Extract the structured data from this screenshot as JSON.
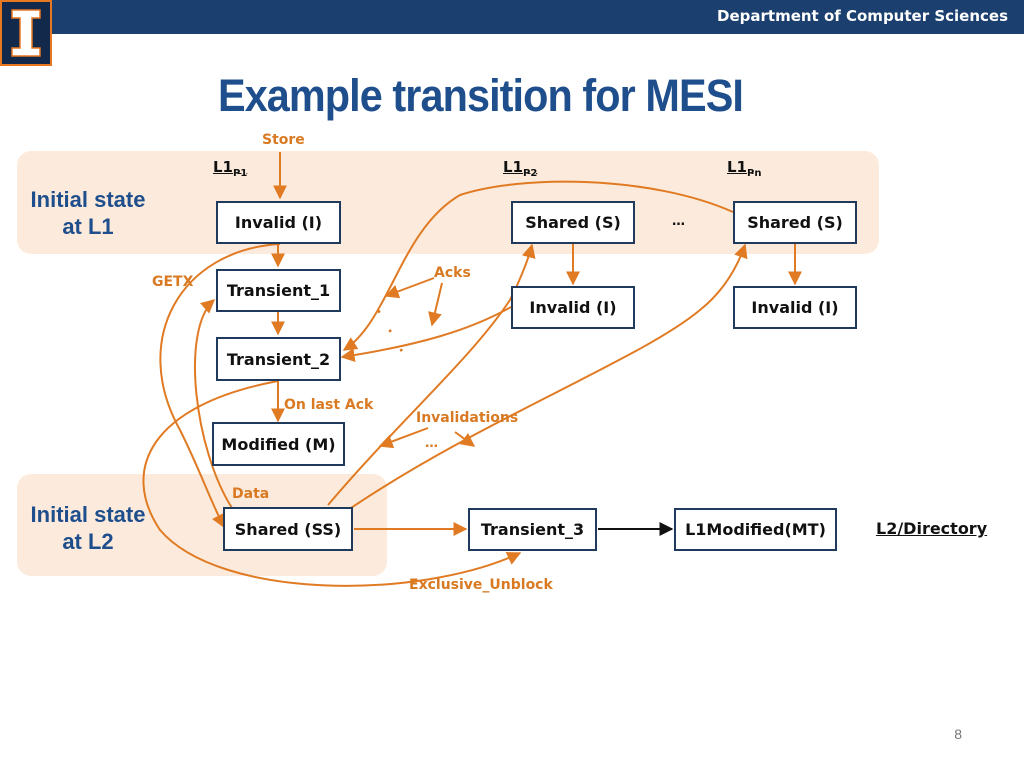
{
  "header": {
    "department": "Department of Computer Sciences",
    "logo_icon": "university-logo-icon"
  },
  "title": "Example transition for MESI",
  "bands": {
    "l1": {
      "label_line1": "Initial state",
      "label_line2": "at L1"
    },
    "l2": {
      "label_line1": "Initial state",
      "label_line2": "at L2"
    }
  },
  "columns": {
    "p1": {
      "main": "L1",
      "sub": "P1"
    },
    "p2": {
      "main": "L1",
      "sub": "P2"
    },
    "pn": {
      "main": "L1",
      "sub": "Pn"
    }
  },
  "states": {
    "p1_invalid": "Invalid (I)",
    "p2_shared": "Shared (S)",
    "pn_shared": "Shared (S)",
    "transient1": "Transient_1",
    "transient2": "Transient_2",
    "p2_invalid": "Invalid (I)",
    "pn_invalid": "Invalid (I)",
    "modified": "Modified (M)",
    "l2_shared": "Shared (SS)",
    "transient3": "Transient_3",
    "l1modified": "L1Modified(MT)"
  },
  "labels": {
    "store": "Store",
    "getx": "GETX",
    "acks": "Acks",
    "on_last_ack": "On last Ack",
    "invalidations": "Invalidations",
    "data": "Data",
    "exclusive_unblock": "Exclusive_Unblock",
    "ellipsis_top": "…",
    "ellipsis_inv": "…",
    "dots": ". . ."
  },
  "l2_directory": "L2/Directory",
  "page_number": "8",
  "colors": {
    "accent": "#e07b24",
    "navy": "#1b3f6e",
    "title": "#1f4e8c",
    "band": "#fcebdc"
  }
}
